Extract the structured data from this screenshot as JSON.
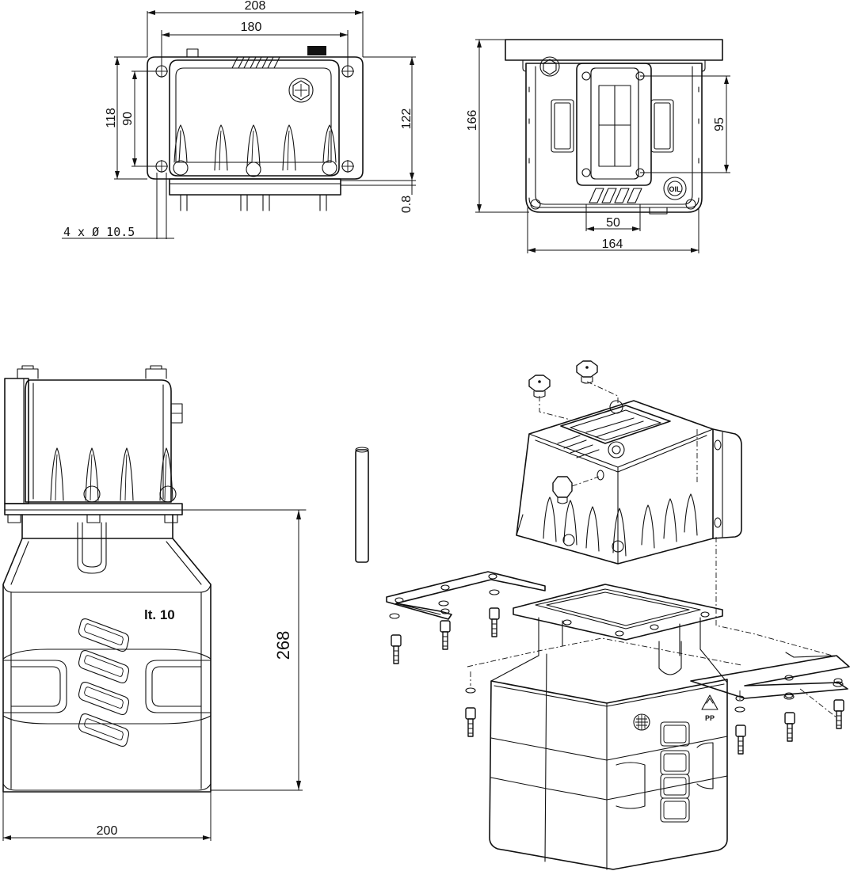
{
  "drawing": {
    "top_view": {
      "dim_overall_width": "208",
      "dim_hole_spacing_x": "180",
      "dim_overall_depth": "118",
      "dim_hole_spacing_y": "90",
      "dim_height_right": "122",
      "dim_offset": "0.8",
      "dim_holes": "4 x Ø 10.5"
    },
    "side_view": {
      "dim_height": "166",
      "dim_hole_spacing": "95",
      "dim_slot_width": "50",
      "dim_base_width": "164",
      "plug_label": "OIL"
    },
    "front_view": {
      "label": "lt. 10",
      "dim_tank_height": "268",
      "dim_tank_width": "200"
    },
    "exploded_view": {
      "recycle_label": "PP"
    }
  }
}
